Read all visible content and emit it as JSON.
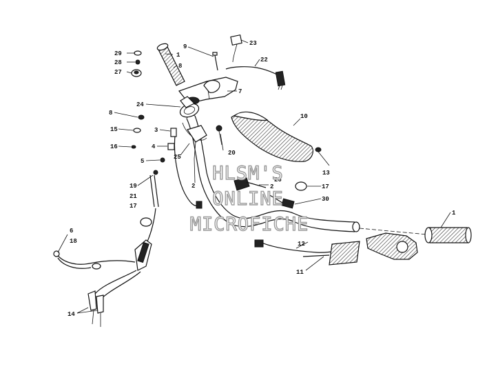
{
  "watermark": {
    "line1": "HLSM'S",
    "line2": "ONLINE",
    "line3": "MICROFICHE"
  },
  "callouts": {
    "c1a": "1",
    "c1b": "1",
    "c2a": "2",
    "c2b": "2",
    "c3": "3",
    "c4": "4",
    "c5": "5",
    "c6": "6",
    "c7": "7",
    "c8a": "8",
    "c8b": "8",
    "c9": "9",
    "c10": "10",
    "c11": "11",
    "c12": "12",
    "c13": "13",
    "c14": "14",
    "c15": "15",
    "c16": "16",
    "c17a": "17",
    "c17b": "17",
    "c18": "18",
    "c19": "19",
    "c20": "20",
    "c21": "21",
    "c22": "22",
    "c23": "23",
    "c24": "24",
    "c25": "25",
    "c26": "26",
    "c27": "27",
    "c28": "28",
    "c29": "29",
    "c30": "30"
  }
}
